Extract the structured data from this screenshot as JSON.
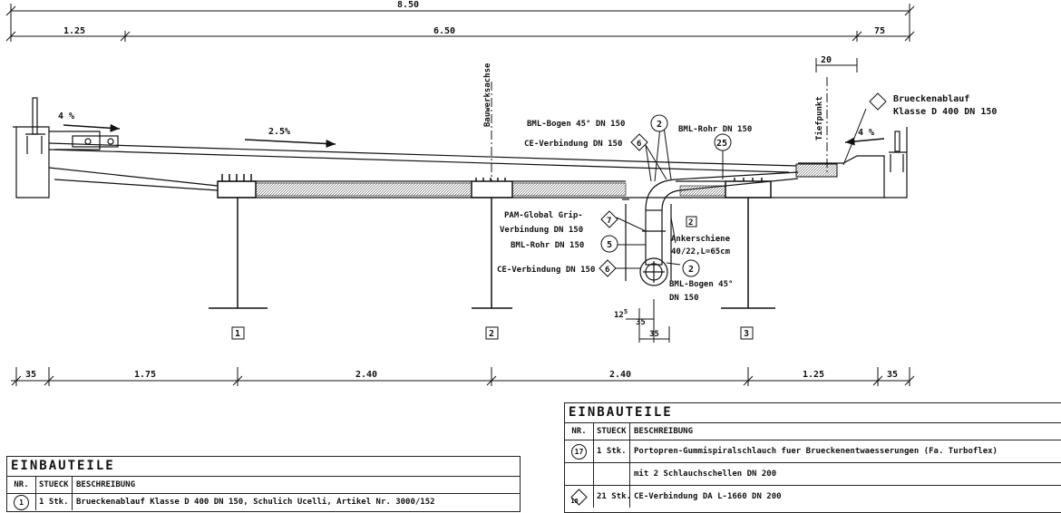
{
  "dimensions": {
    "overall": "8.50",
    "top": [
      "1.25",
      "6.50",
      "75"
    ],
    "small_top": "20",
    "bottom": [
      "35",
      "1.75",
      "2.40",
      "2.40",
      "1.25",
      "35"
    ],
    "pipe_offset": "12",
    "pipe_offset_sup": "5",
    "pipe_width_a": "35",
    "pipe_width_b": "35"
  },
  "slopes": {
    "left": "4 %",
    "middle": "2.5%",
    "right": "4 %"
  },
  "axes": {
    "bauwerksachse": "Bauwerksachse",
    "tiefpunkt": "Tiefpunkt"
  },
  "girders": [
    "1",
    "2",
    "3"
  ],
  "callouts": {
    "brueckenablauf_line1": "Brueckenablauf",
    "brueckenablauf_line2": "Klasse D 400 DN 150",
    "bml_bogen_top": "BML-Bogen 45° DN 150",
    "ce_verbindung_top": "CE-Verbindung DN 150",
    "bml_rohr_top": "BML-Rohr DN 150",
    "pam_line1": "PAM-Global Grip-",
    "pam_line2": "Verbindung DN 150",
    "bml_rohr_mid": "BML-Rohr DN 150",
    "ce_verbindung_bottom": "CE-Verbindung DN 150",
    "ankerschiene_line1": "Ankerschiene",
    "ankerschiene_line2": "40/22,L=65cm",
    "bml_bogen_bottom_line1": "BML-Bogen 45°",
    "bml_bogen_bottom_line2": "DN 150"
  },
  "markers": {
    "m2_circle": "2",
    "m6_diamond": "6",
    "m25_circle": "25",
    "m7_diamond": "7",
    "m5_circle": "5",
    "m6b_diamond": "6",
    "m2b_circle": "2",
    "m2_square": "2"
  },
  "table_left": {
    "title": "EINBAUTEILE",
    "headers": [
      "NR.",
      "STUECK",
      "BESCHREIBUNG"
    ],
    "rows": [
      {
        "nr": "1",
        "stueck": "1 Stk.",
        "text": "Brueckenablauf Klasse D 400 DN 150, Schulich Ucelli, Artikel Nr. 3000/152"
      }
    ]
  },
  "table_right": {
    "title": "EINBAUTEILE",
    "headers": [
      "NR.",
      "STUECK",
      "BESCHREIBUNG"
    ],
    "rows": [
      {
        "nr": "17",
        "stueck": "1 Stk.",
        "text": "Portopren-Gummispiralschlauch fuer Brueckenentwaesserungen (Fa. Turboflex)"
      },
      {
        "nr": "",
        "stueck": "",
        "text": "mit 2 Schlauchschellen DN 200"
      },
      {
        "nr": "18",
        "stueck": "21 Stk.",
        "text": "CE-Verbindung DA L-1660 DN 200"
      }
    ]
  }
}
